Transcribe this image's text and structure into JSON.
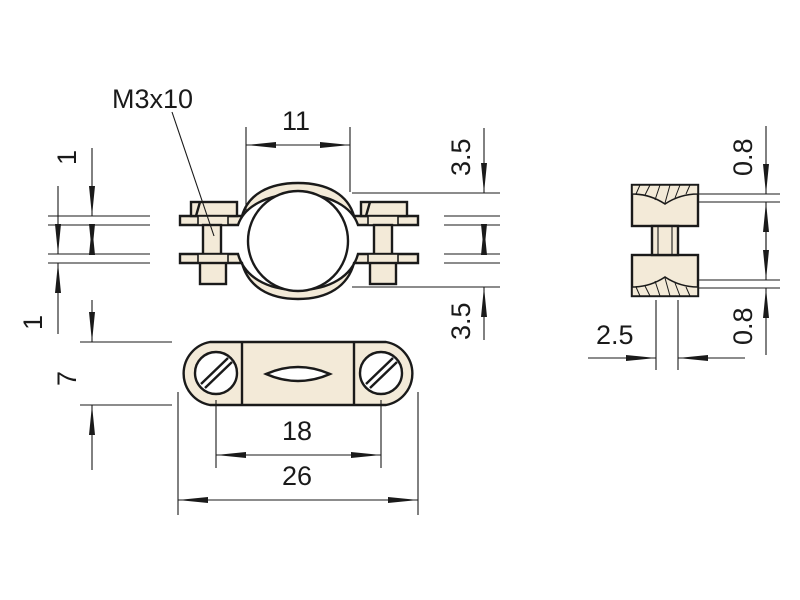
{
  "labels": {
    "screw": "M3x10",
    "top_width": "11",
    "top_height_upper": "3.5",
    "top_height_lower": "3.5",
    "left_upper": "1",
    "left_lower": "1",
    "plan_height": "7",
    "hole_spacing": "18",
    "overall_width": "26",
    "side_top": "0.8",
    "side_bottom": "0.8",
    "side_width": "2.5"
  },
  "colors": {
    "part_fill": "#f3ead8",
    "line": "#1a1a1a"
  }
}
